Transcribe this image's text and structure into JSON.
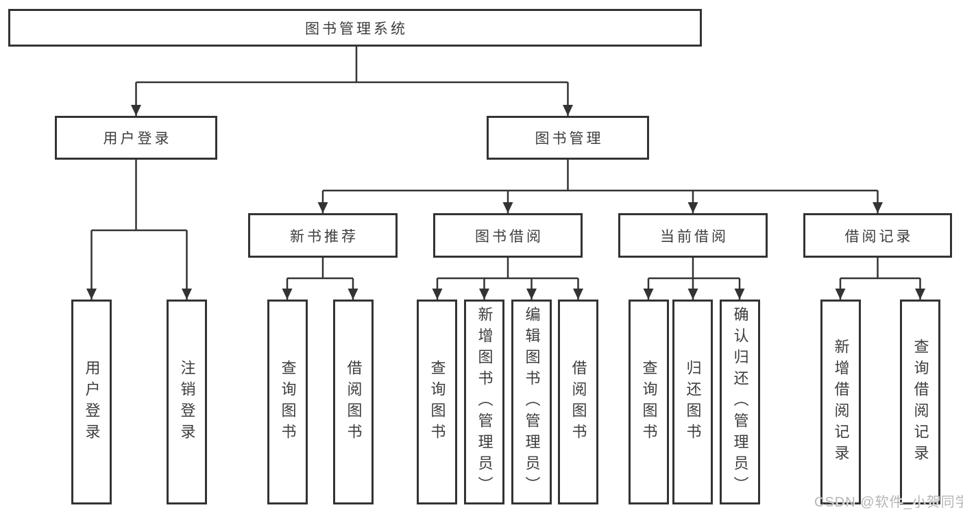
{
  "tree": {
    "root": "图书管理系统",
    "children": [
      {
        "label": "用户登录",
        "children": [
          "用户登录",
          "注销登录"
        ]
      },
      {
        "label": "图书管理",
        "children": [
          {
            "label": "新书推荐",
            "children": [
              "查询图书",
              "借阅图书"
            ]
          },
          {
            "label": "图书借阅",
            "children": [
              "查询图书",
              "新增图书（管理员）",
              "编辑图书（管理员）",
              "借阅图书"
            ]
          },
          {
            "label": "当前借阅",
            "children": [
              "查询图书",
              "归还图书",
              "确认归还（管理员）"
            ]
          },
          {
            "label": "借阅记录",
            "children": [
              "新增借阅记录",
              "查询借阅记录"
            ]
          }
        ]
      }
    ]
  },
  "watermark": "CSDN @软件_小贺同学",
  "colors": {
    "line": "#333333",
    "box_border": "#333333",
    "text": "#3d3d3d",
    "watermark": "#b5b5b5",
    "background": "#ffffff"
  }
}
